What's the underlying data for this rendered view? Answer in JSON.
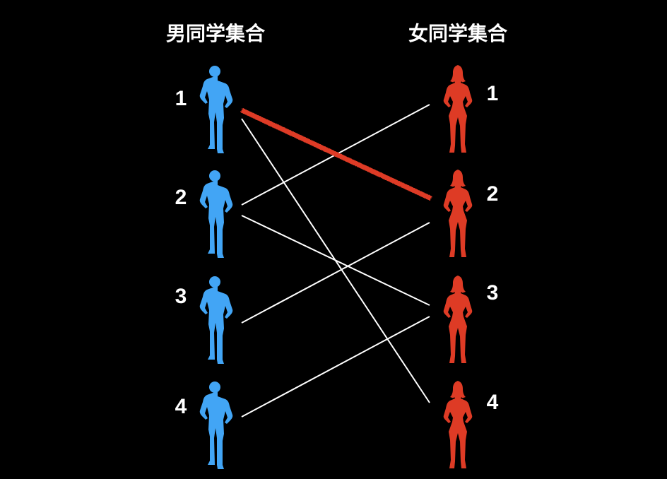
{
  "left_set": {
    "title": "男同学集合",
    "color": "#42a5f5",
    "items": [
      "1",
      "2",
      "3",
      "4"
    ]
  },
  "right_set": {
    "title": "女同学集合",
    "color": "#de3b25",
    "items": [
      "1",
      "2",
      "3",
      "4"
    ]
  },
  "connections": [
    {
      "from": 1,
      "to": 4,
      "style": "white"
    },
    {
      "from": 2,
      "to": 1,
      "style": "white"
    },
    {
      "from": 2,
      "to": 3,
      "style": "white"
    },
    {
      "from": 3,
      "to": 2,
      "style": "white"
    },
    {
      "from": 4,
      "to": 3,
      "style": "white"
    },
    {
      "from": 1,
      "to": 2,
      "style": "highlight-red"
    }
  ]
}
